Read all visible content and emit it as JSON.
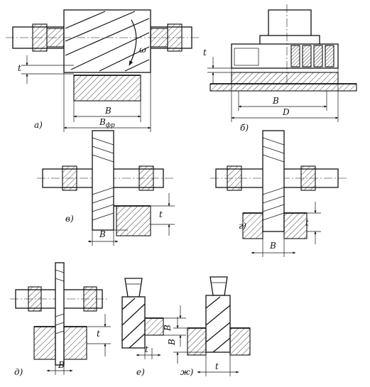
{
  "labels": {
    "a": "а)",
    "b": "б)",
    "v": "в)",
    "g": "г)",
    "d": "д)",
    "e": "е)",
    "zh": "ж)"
  },
  "dims": {
    "t": "t",
    "B": "B",
    "B_fr_main": "B",
    "B_fr_sub": "фр",
    "D": "D",
    "omega": "ω"
  }
}
